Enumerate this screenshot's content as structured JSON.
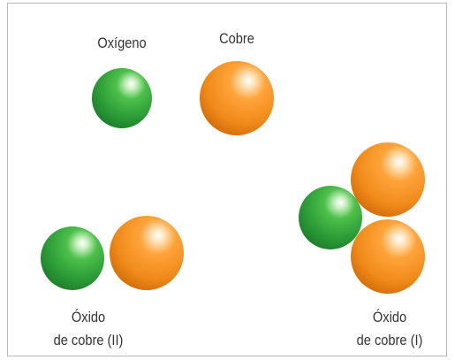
{
  "labels": {
    "oxygen": "Oxígeno",
    "copper": "Cobre",
    "oxide_ii_line1": "Óxido",
    "oxide_ii_line2": "de cobre (II)",
    "oxide_i_line1": "Óxido",
    "oxide_i_line2": "de cobre (I)"
  },
  "colors": {
    "oxygen_atom": "#2f9e3a",
    "copper_atom": "#f28c1c",
    "frame_border": "#b9b9b9"
  },
  "atoms": {
    "element_oxygen": "oxygen",
    "element_copper": "copper",
    "oxide_ii": [
      "oxygen",
      "copper"
    ],
    "oxide_i": [
      "oxygen",
      "copper",
      "copper"
    ]
  }
}
